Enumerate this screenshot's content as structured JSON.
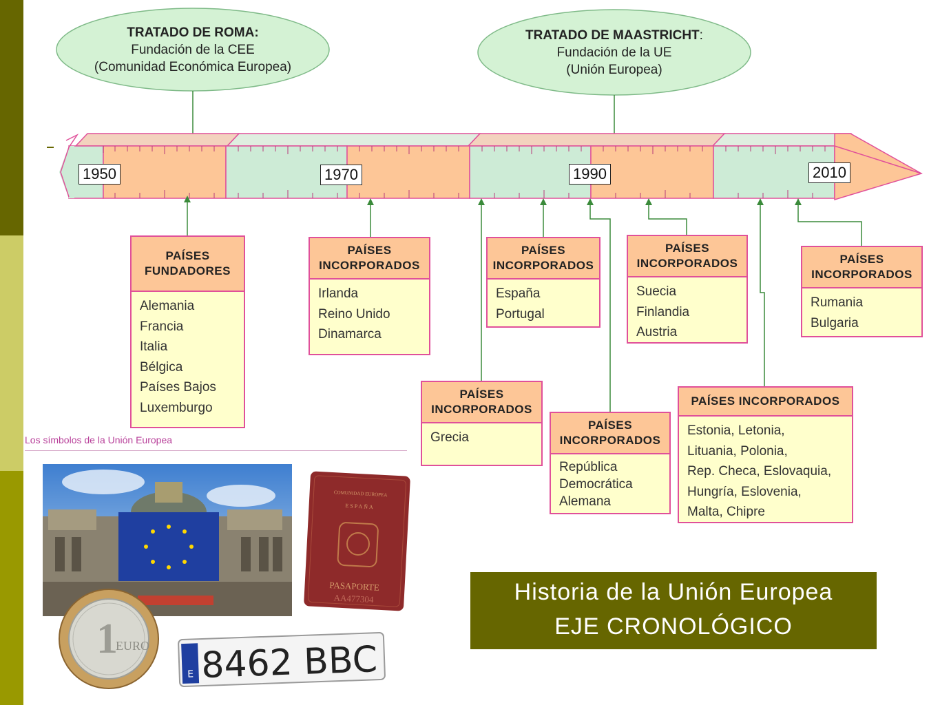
{
  "ovals": [
    {
      "title": "TRATADO DE ROMA:",
      "lines": [
        "Fundación de la CEE",
        "(Comunidad Económica Europea)"
      ]
    },
    {
      "title": "TRATADO DE MAASTRICHT",
      "title_suffix": ":",
      "lines": [
        "Fundación de la UE",
        "(Unión Europea)"
      ]
    }
  ],
  "years": [
    "1950",
    "1970",
    "1990",
    "2010"
  ],
  "boxes": [
    {
      "header": [
        "PAÍSES",
        "FUNDADORES"
      ],
      "items": [
        "Alemania",
        "Francia",
        "Italia",
        "Bélgica",
        "Países Bajos",
        "Luxemburgo"
      ]
    },
    {
      "header": [
        "PAÍSES",
        "INCORPORADOS"
      ],
      "items": [
        "Irlanda",
        "Reino Unido",
        "Dinamarca"
      ]
    },
    {
      "header": [
        "PAÍSES",
        "INCORPORADOS"
      ],
      "items": [
        "Grecia"
      ]
    },
    {
      "header": [
        "PAÍSES",
        "INCORPORADOS"
      ],
      "items": [
        "España",
        "Portugal"
      ]
    },
    {
      "header": [
        "PAÍSES",
        "INCORPORADOS"
      ],
      "items": [
        "República",
        "Democrática",
        "Alemana"
      ]
    },
    {
      "header": [
        "PAÍSES",
        "INCORPORADOS"
      ],
      "items": [
        "Suecia",
        "Finlandia",
        "Austria"
      ]
    },
    {
      "header": [
        "PAÍSES INCORPORADOS"
      ],
      "items": [
        "Estonia, Letonia,",
        "Lituania, Polonia,",
        "Rep. Checa, Eslovaquia,",
        "Hungría, Eslovenia,",
        "Malta, Chipre"
      ]
    },
    {
      "header": [
        "PAÍSES",
        "INCORPORADOS"
      ],
      "items": [
        "Rumania",
        "Bulgaria"
      ]
    }
  ],
  "symbols_caption": "Los símbolos de la Unión Europea",
  "passport": {
    "top1": "COMUNIDAD EUROPEA",
    "top2": "ESPAÑA",
    "label": "PASAPORTE",
    "number": "AA477304"
  },
  "coin": {
    "value": "1",
    "unit": "EURO"
  },
  "plate": {
    "country": "E",
    "number": "8462 BBC"
  },
  "title": {
    "line1": "Historia de la Unión Europea",
    "line2": "EJE CRONOLÓGICO"
  },
  "colors": {
    "pink": "#e0509a",
    "peach": "#fdc697",
    "mint": "#cdebd6",
    "olive": "#666600",
    "cream": "#ffffcc",
    "oval": "#d4f2d4"
  }
}
